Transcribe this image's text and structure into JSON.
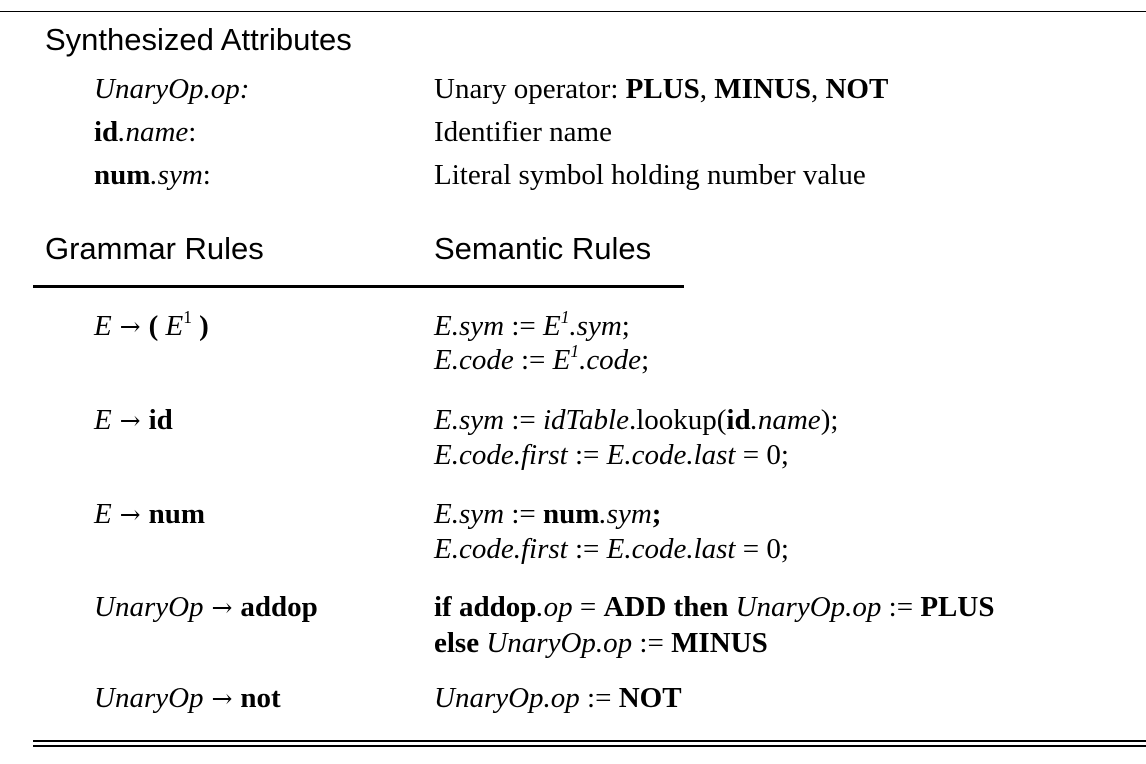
{
  "synthesized": {
    "title": "Synthesized Attributes",
    "attributes": [
      {
        "name_parts": [
          {
            "t": "UnaryOp.op",
            "s": "i"
          },
          {
            "t": ":",
            "s": "i"
          }
        ],
        "desc_parts": [
          {
            "t": "Unary operator: "
          },
          {
            "t": "PLUS",
            "s": "b"
          },
          {
            "t": ", "
          },
          {
            "t": "MINUS",
            "s": "b"
          },
          {
            "t": ", "
          },
          {
            "t": "NOT",
            "s": "b"
          }
        ]
      },
      {
        "name_parts": [
          {
            "t": "id",
            "s": "b"
          },
          {
            "t": ".name",
            "s": "i"
          },
          {
            "t": ":"
          }
        ],
        "desc_parts": [
          {
            "t": "Identifier name"
          }
        ]
      },
      {
        "name_parts": [
          {
            "t": "num",
            "s": "b"
          },
          {
            "t": ".sym",
            "s": "i"
          },
          {
            "t": ":"
          }
        ],
        "desc_parts": [
          {
            "t": "Literal symbol holding number value"
          }
        ]
      }
    ]
  },
  "headers": {
    "grammar": "Grammar Rules",
    "semantic": "Semantic Rules"
  },
  "rules": [
    {
      "production": [
        {
          "t": "E",
          "s": "i"
        },
        {
          "t": " → ",
          "s": "arrow"
        },
        {
          "t": "( ",
          "s": "b"
        },
        {
          "t": "E",
          "s": "i"
        },
        {
          "t": "1",
          "s": "sup"
        },
        {
          "t": "  )",
          "s": "b"
        }
      ],
      "semantic": [
        [
          {
            "t": "E.sym",
            "s": "i"
          },
          {
            "t": " := "
          },
          {
            "t": "E",
            "s": "i"
          },
          {
            "t": "1",
            "s": "sup-i"
          },
          {
            "t": ".sym",
            "s": "i"
          },
          {
            "t": ";"
          }
        ],
        [
          {
            "t": "E.code",
            "s": "i"
          },
          {
            "t": " := "
          },
          {
            "t": "E",
            "s": "i"
          },
          {
            "t": "1",
            "s": "sup-i"
          },
          {
            "t": ".code",
            "s": "i"
          },
          {
            "t": ";"
          }
        ]
      ]
    },
    {
      "production": [
        {
          "t": "E",
          "s": "i"
        },
        {
          "t": " → ",
          "s": "arrow"
        },
        {
          "t": "id",
          "s": "b"
        }
      ],
      "semantic": [
        [
          {
            "t": "E.sym",
            "s": "i"
          },
          {
            "t": " := "
          },
          {
            "t": "idTable",
            "s": "i"
          },
          {
            "t": ".lookup("
          },
          {
            "t": "id",
            "s": "b"
          },
          {
            "t": ".name",
            "s": "i"
          },
          {
            "t": ");"
          }
        ],
        [
          {
            "t": "E.code.first",
            "s": "i"
          },
          {
            "t": " := "
          },
          {
            "t": "E.code.last",
            "s": "i"
          },
          {
            "t": " = 0;"
          }
        ]
      ]
    },
    {
      "production": [
        {
          "t": "E",
          "s": "i"
        },
        {
          "t": " → ",
          "s": "arrow"
        },
        {
          "t": "num",
          "s": "b"
        }
      ],
      "semantic": [
        [
          {
            "t": "E.sym",
            "s": "i"
          },
          {
            "t": " := "
          },
          {
            "t": "num",
            "s": "b"
          },
          {
            "t": ".sym",
            "s": "i"
          },
          {
            "t": ";",
            "s": "b"
          }
        ],
        [
          {
            "t": "E.code.first",
            "s": "i"
          },
          {
            "t": " := "
          },
          {
            "t": "E.code.last",
            "s": "i"
          },
          {
            "t": " = 0;"
          }
        ]
      ]
    },
    {
      "production": [
        {
          "t": "UnaryOp",
          "s": "i"
        },
        {
          "t": " → ",
          "s": "arrow"
        },
        {
          "t": "addop",
          "s": "b"
        }
      ],
      "semantic": [
        [
          {
            "t": "if addop",
            "s": "b"
          },
          {
            "t": ".op",
            "s": "i"
          },
          {
            "t": " = "
          },
          {
            "t": "ADD then ",
            "s": "b"
          },
          {
            "t": "UnaryOp.op",
            "s": "i"
          },
          {
            "t": " := "
          },
          {
            "t": "PLUS",
            "s": "b"
          }
        ],
        [
          {
            "t": "else ",
            "s": "b"
          },
          {
            "t": "UnaryOp.op",
            "s": "i"
          },
          {
            "t": " := "
          },
          {
            "t": "MINUS",
            "s": "b"
          }
        ]
      ]
    },
    {
      "production": [
        {
          "t": "UnaryOp",
          "s": "i"
        },
        {
          "t": " → ",
          "s": "arrow"
        },
        {
          "t": "not",
          "s": "b"
        }
      ],
      "semantic": [
        [
          {
            "t": "UnaryOp.op",
            "s": "i"
          },
          {
            "t": " := "
          },
          {
            "t": "NOT",
            "s": "b"
          }
        ]
      ]
    }
  ]
}
